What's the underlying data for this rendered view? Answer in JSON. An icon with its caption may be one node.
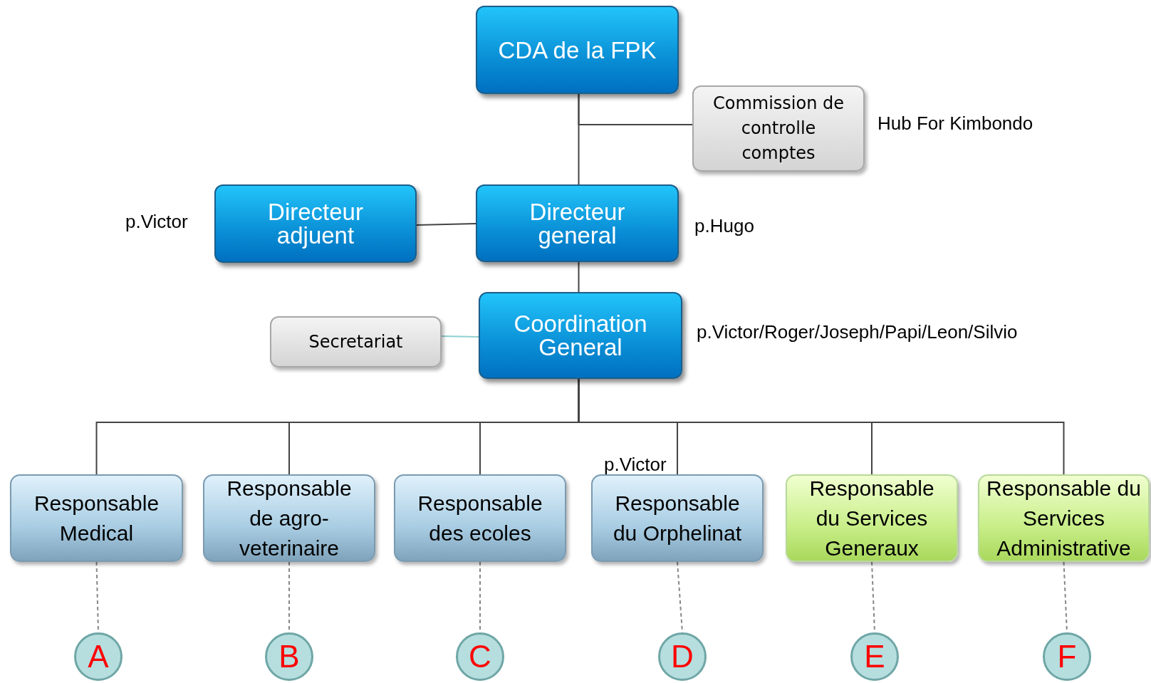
{
  "diagram": {
    "nodes": [
      {
        "text": [
          "CDA de la FPK"
        ]
      },
      {
        "text": [
          "Commission de controlle comptes"
        ],
        "beside": [
          "Hub For Kimbondo"
        ]
      },
      {
        "text": [
          "Directeur adjuent"
        ],
        "beside": [
          "p.Victor"
        ]
      },
      {
        "text": [
          "Directeur general"
        ],
        "beside": [
          "p.Hugo"
        ]
      },
      {
        "text": [
          "Secretariat"
        ]
      },
      {
        "text": [
          "Coordination General"
        ],
        "beside": [
          "p.Victor/Roger/Joseph/Papi/Leon/Silvio"
        ]
      },
      {
        "text": [
          "Responsable Medical"
        ]
      },
      {
        "text": [
          "Responsable de agro-veterinaire"
        ]
      },
      {
        "text": [
          "Responsable des ecoles"
        ]
      },
      {
        "text": [
          "Responsable du Orphelinat"
        ],
        "beside": [
          "p.Victor"
        ]
      },
      {
        "text": [
          "Responsable du Services Generaux"
        ]
      },
      {
        "text": [
          "Responsable du Services Administrative"
        ]
      },
      {
        "text": [
          "A"
        ]
      },
      {
        "text": [
          "B"
        ]
      },
      {
        "text": [
          "C"
        ]
      },
      {
        "text": [
          "D"
        ]
      },
      {
        "text": [
          "E"
        ]
      },
      {
        "text": [
          "F"
        ]
      }
    ],
    "edges": [
      {
        "from": 0,
        "to": 3,
        "arrow": "none"
      },
      {
        "from": 0,
        "to": 1,
        "arrow": "none"
      },
      {
        "from": 2,
        "to": 3,
        "arrow": "none"
      },
      {
        "from": 3,
        "to": 5,
        "arrow": "none"
      },
      {
        "from": 4,
        "to": 5,
        "arrow": "none",
        "color": "#8fd0d0"
      },
      {
        "from": 5,
        "to": 6,
        "arrow": "none"
      },
      {
        "from": 5,
        "to": 7,
        "arrow": "none"
      },
      {
        "from": 5,
        "to": 8,
        "arrow": "none"
      },
      {
        "from": 5,
        "to": 9,
        "arrow": "none"
      },
      {
        "from": 5,
        "to": 10,
        "arrow": "none"
      },
      {
        "from": 5,
        "to": 11,
        "arrow": "none"
      },
      {
        "from": 6,
        "to": 12,
        "arrow": "none",
        "style": "dashed"
      },
      {
        "from": 7,
        "to": 13,
        "arrow": "none",
        "style": "dashed"
      },
      {
        "from": 8,
        "to": 14,
        "arrow": "none",
        "style": "dashed"
      },
      {
        "from": 9,
        "to": 15,
        "arrow": "none",
        "style": "dashed"
      },
      {
        "from": 10,
        "to": 16,
        "arrow": "none",
        "style": "dashed"
      },
      {
        "from": 11,
        "to": 17,
        "arrow": "none",
        "style": "dashed"
      }
    ]
  }
}
